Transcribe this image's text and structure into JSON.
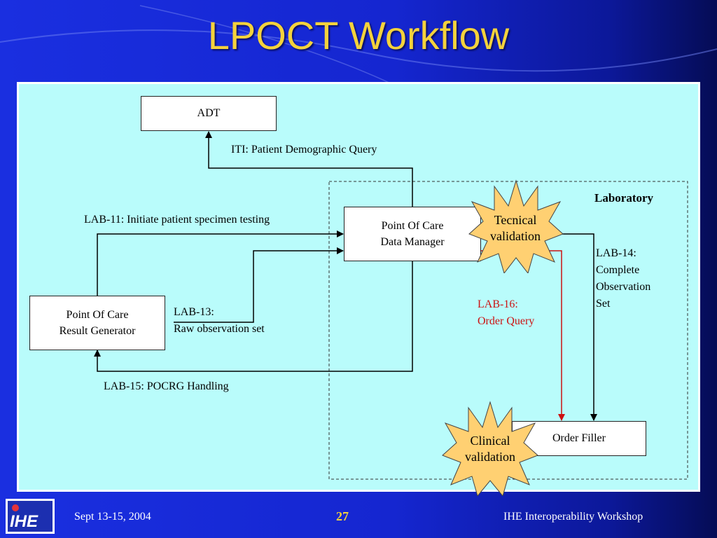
{
  "slide": {
    "title": "LPOCT Workflow"
  },
  "diagram": {
    "boxes": {
      "adt": "ADT",
      "pocdm_line1": "Point Of Care",
      "pocdm_line2": "Data Manager",
      "pocrg_line1": "Point Of Care",
      "pocrg_line2": "Result Generator",
      "order_filler": "Order Filler"
    },
    "laboratory_label": "Laboratory",
    "labels": {
      "iti": "ITI: Patient Demographic Query",
      "lab11": "LAB-11: Initiate patient specimen testing",
      "lab13_line1": "LAB-13:",
      "lab13_line2": "Raw observation set",
      "lab15": "LAB-15: POCRG Handling",
      "lab14_line1": "LAB-14:",
      "lab14_line2": "Complete",
      "lab14_line3": "Observation",
      "lab14_line4": "Set",
      "lab16_line1": "LAB-16:",
      "lab16_line2": "Order Query"
    },
    "stars": {
      "technical_line1": "Tecnical",
      "technical_line2": "validation",
      "clinical_line1": "Clinical",
      "clinical_line2": "validation"
    },
    "colors": {
      "star_fill": "#ffd072",
      "lab16_arrow": "#cc1111",
      "panel": "#b9fcfb"
    }
  },
  "footer": {
    "date": "Sept 13-15, 2004",
    "page": "27",
    "event": "IHE Interoperability Workshop",
    "logo_text": "IHE"
  }
}
